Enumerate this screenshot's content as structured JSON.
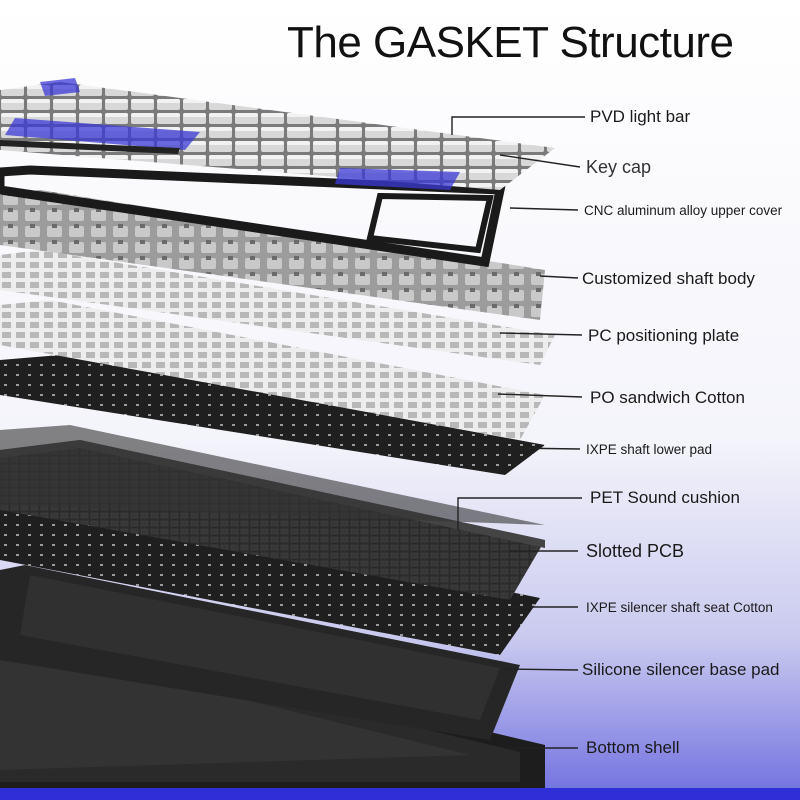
{
  "title": "The GASKET Structure",
  "colors": {
    "accent_blue": "#3b3bd6",
    "keycap_light": "#e6e6e6",
    "keycap_grey": "#8a8a8a",
    "keycap_dark": "#3a3a3a",
    "plate_white": "#f0f0f0",
    "foam_black": "#1e1e1e",
    "pcb_dark": "#2a2a2a"
  },
  "layers": [
    {
      "label": "PVD light bar",
      "icon": "keyboard-light-bar"
    },
    {
      "label": "Key cap",
      "icon": "keycap-layer"
    },
    {
      "label": "CNC aluminum alloy upper cover",
      "icon": "upper-cover-frame"
    },
    {
      "label": "Customized shaft body",
      "icon": "switch-layer"
    },
    {
      "label": "PC positioning plate",
      "icon": "plate-layer"
    },
    {
      "label": "PO sandwich Cotton",
      "icon": "foam-layer"
    },
    {
      "label": "IXPE shaft lower pad",
      "icon": "pad-layer"
    },
    {
      "label": "PET Sound cushion",
      "icon": "cushion-layer"
    },
    {
      "label": "Slotted PCB",
      "icon": "pcb-layer"
    },
    {
      "label": "IXPE silencer shaft seat Cotton",
      "icon": "silencer-layer"
    },
    {
      "label": "Silicone silencer base pad",
      "icon": "base-pad-layer"
    },
    {
      "label": "Bottom shell",
      "icon": "bottom-shell-layer"
    }
  ]
}
